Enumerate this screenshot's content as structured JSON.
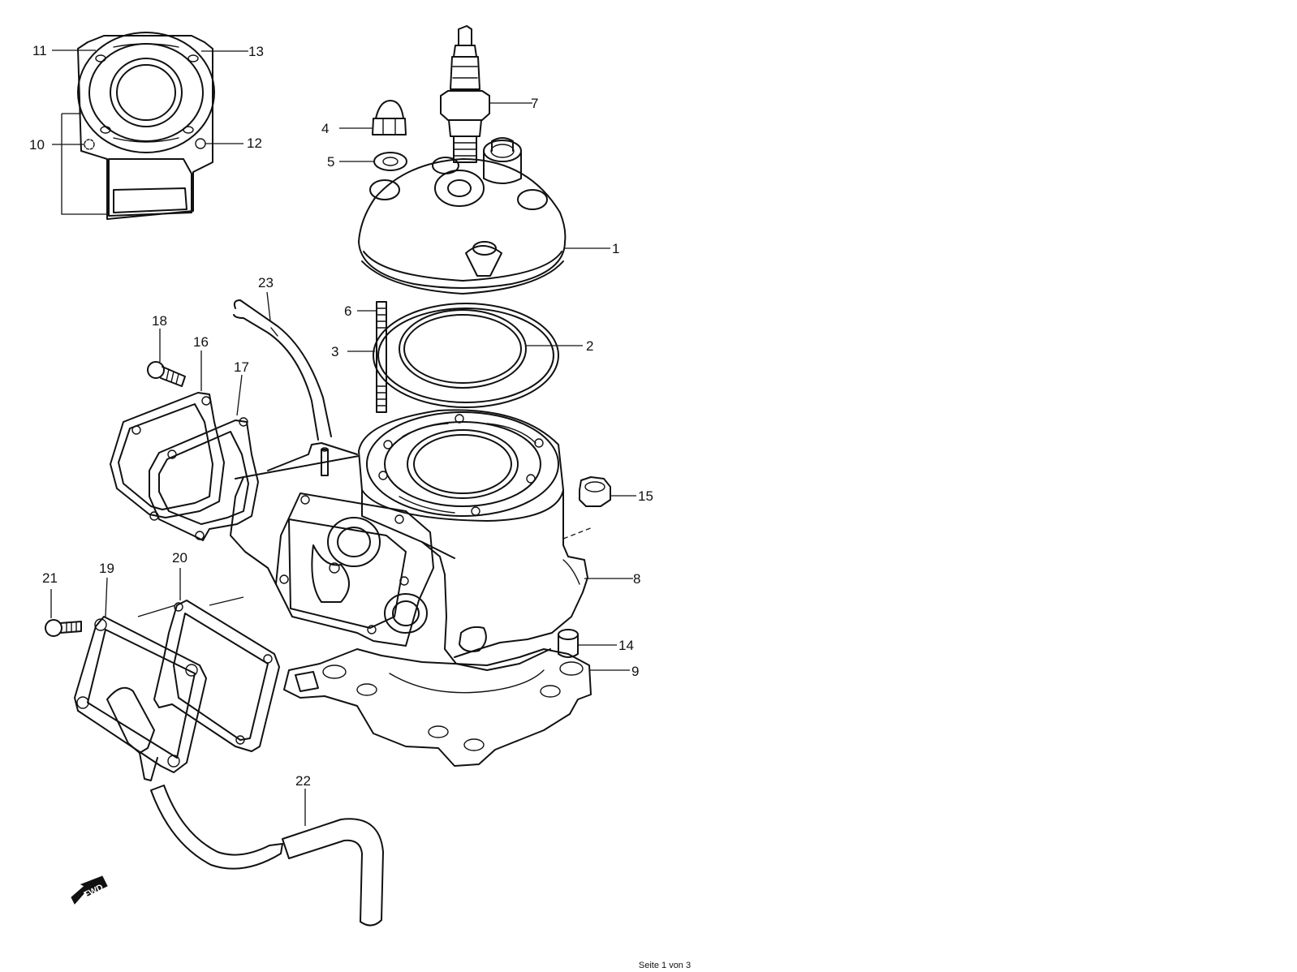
{
  "callouts": [
    "1",
    "2",
    "3",
    "4",
    "5",
    "6",
    "7",
    "8",
    "9",
    "10",
    "11",
    "12",
    "13",
    "14",
    "15",
    "16",
    "17",
    "18",
    "19",
    "20",
    "21",
    "22",
    "23"
  ],
  "fwd_label": "FWD",
  "footer": "Seite 1 von 3"
}
